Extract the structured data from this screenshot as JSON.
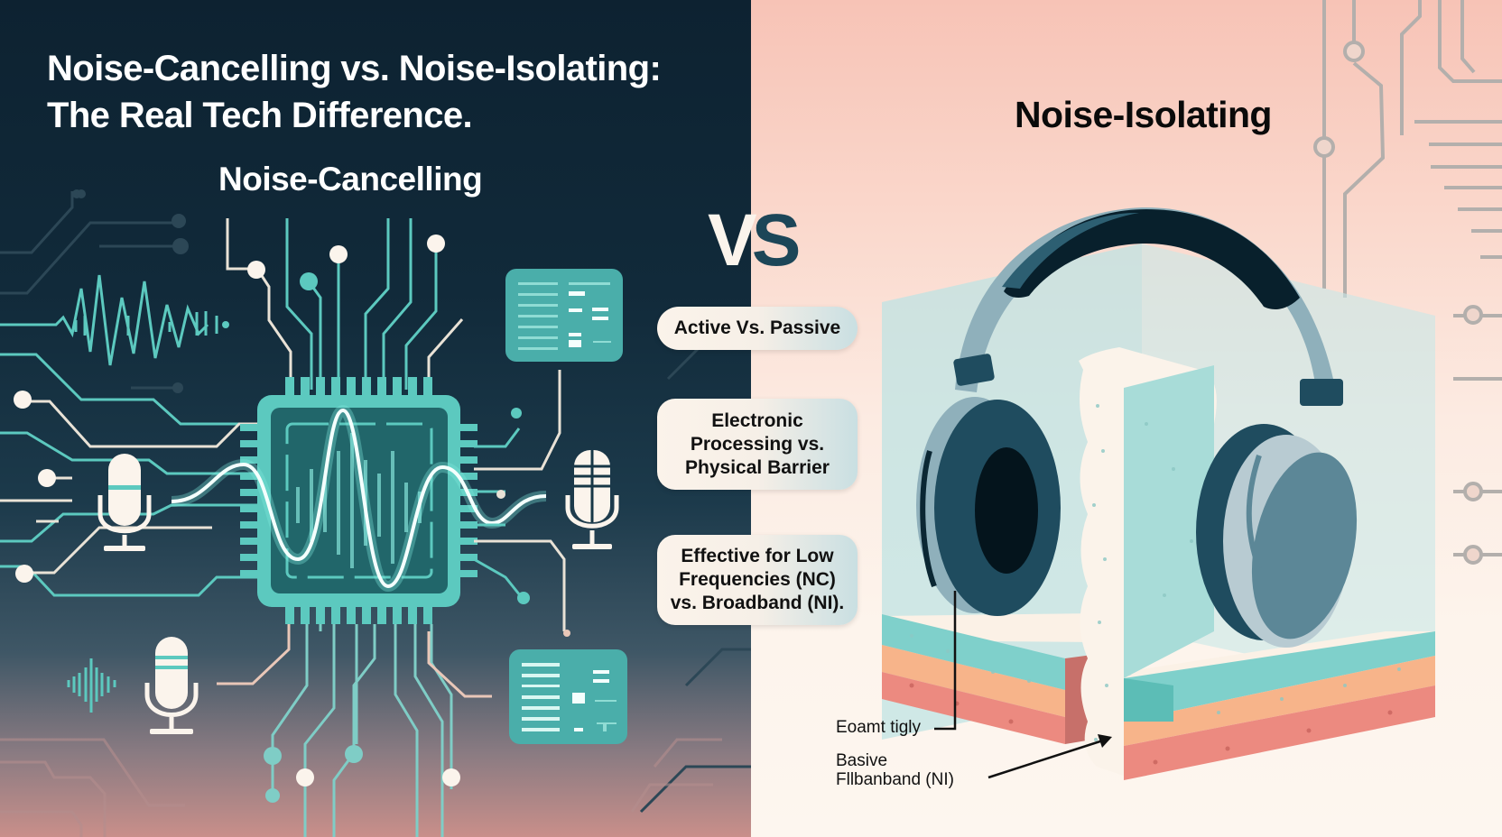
{
  "title": {
    "line1": "Noise-Cancelling vs. Noise-Isolating:",
    "line2": "The Real Tech Difference."
  },
  "left_section": {
    "heading": "Noise-Cancelling",
    "icons": [
      "microchip-icon",
      "sound-wave-icon",
      "microphone-icon",
      "microphone-icon",
      "microphone-grille-icon",
      "document-card-icon",
      "document-card-icon",
      "circuit-lines"
    ],
    "colors": {
      "background_top": "#0d2231",
      "background_bottom": "#c98f8a",
      "accent": "#5cc9bf",
      "card": "#4aaeaa"
    }
  },
  "vs_badge": {
    "v": "V",
    "s": "S"
  },
  "comparison_pills": [
    {
      "lines": [
        "Active Vs. Passive"
      ]
    },
    {
      "lines": [
        "Electronic",
        "Processing vs.",
        "Physical Barrier"
      ]
    },
    {
      "lines": [
        "Effective for Low",
        "Frequencies (NC)",
        "vs. Broadband (NI)."
      ]
    }
  ],
  "right_section": {
    "heading": "Noise-Isolating",
    "icons": [
      "headphones-icon",
      "foam-layers",
      "circuit-lines"
    ],
    "labels": {
      "foam": "Eoamt tigly",
      "passive_line1": "Basive",
      "passive_line2": "Fllbanband (NI)"
    },
    "colors": {
      "background_top": "#f7c3b6",
      "background_bottom": "#fdf6ef",
      "headphone_dark": "#1f4c5f",
      "foam_teal": "#7fd0cb",
      "foam_orange": "#f7b48a",
      "foam_red": "#ec8a80"
    }
  }
}
